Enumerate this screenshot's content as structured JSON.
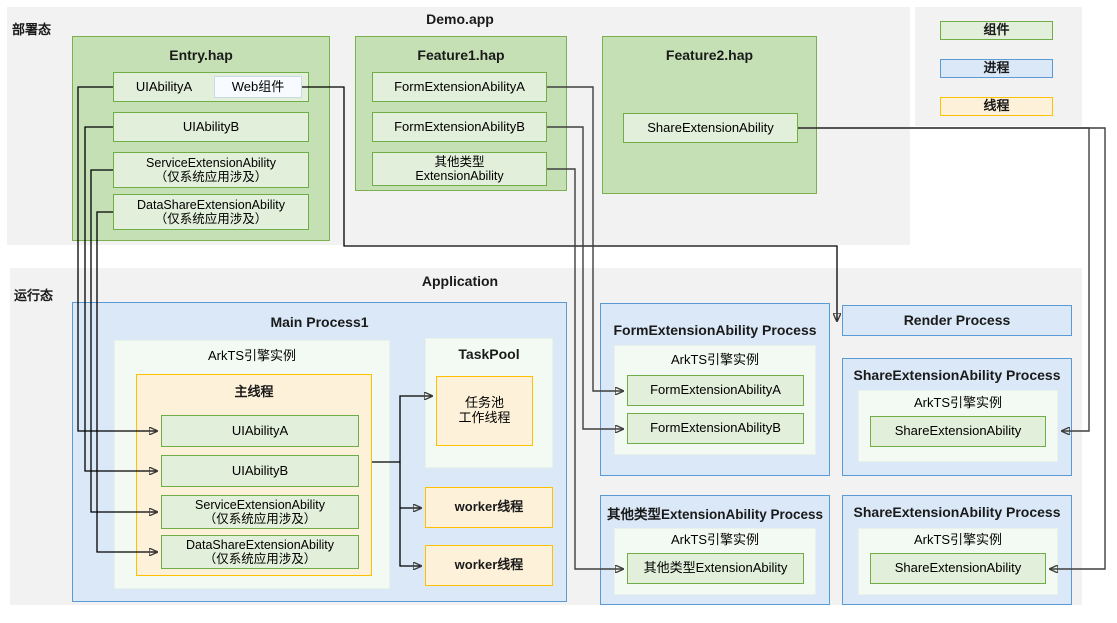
{
  "diagram": {
    "title_deploy_zone": "部署态",
    "title_runtime_zone": "运行态",
    "deploy": {
      "app_title": "Demo.app",
      "haps": [
        {
          "name": "Entry.hap",
          "components": [
            {
              "label": "UIAbilityA",
              "sub": "Web组件"
            },
            {
              "label": "UIAbilityB"
            },
            {
              "label": "ServiceExtensionAbility",
              "label2": "（仅系统应用涉及）"
            },
            {
              "label": "DataShareExtensionAbility",
              "label2": "（仅系统应用涉及）"
            }
          ]
        },
        {
          "name": "Feature1.hap",
          "components": [
            {
              "label": "FormExtensionAbilityA"
            },
            {
              "label": "FormExtensionAbilityB"
            },
            {
              "label": "其他类型",
              "label2": "ExtensionAbility"
            }
          ]
        },
        {
          "name": "Feature2.hap",
          "components": [
            {
              "label": "ShareExtensionAbility"
            }
          ]
        }
      ]
    },
    "legend": {
      "items": [
        {
          "label": "组件",
          "color": "#e2efda",
          "border": "#70ad47"
        },
        {
          "label": "进程",
          "color": "#dae8f7",
          "border": "#5b9bd5"
        },
        {
          "label": "线程",
          "color": "#fdf1d9",
          "border": "#ffc000"
        }
      ]
    },
    "runtime": {
      "app_title": "Application",
      "main_process": {
        "title": "Main Process1",
        "ark_engine_title": "ArkTS引擎实例",
        "main_thread_title": "主线程",
        "abilities": [
          {
            "label": "UIAbilityA"
          },
          {
            "label": "UIAbilityB"
          },
          {
            "label": "ServiceExtensionAbility",
            "label2": "（仅系统应用涉及）"
          },
          {
            "label": "DataShareExtensionAbility",
            "label2": "（仅系统应用涉及）"
          }
        ],
        "taskpool": {
          "title": "TaskPool",
          "worker_line1": "任务池",
          "worker_line2": "工作线程"
        },
        "workers": [
          {
            "label": "worker线程"
          },
          {
            "label": "worker线程"
          }
        ]
      },
      "processes": [
        {
          "title": "FormExtensionAbility Process",
          "ark_engine_title": "ArkTS引擎实例",
          "components": [
            {
              "label": "FormExtensionAbilityA"
            },
            {
              "label": "FormExtensionAbilityB"
            }
          ]
        },
        {
          "title": "Render Process"
        },
        {
          "title": "ShareExtensionAbility Process",
          "ark_engine_title": "ArkTS引擎实例",
          "components": [
            {
              "label": "ShareExtensionAbility"
            }
          ]
        },
        {
          "title": "其他类型ExtensionAbility Process",
          "ark_engine_title": "ArkTS引擎实例",
          "components": [
            {
              "label": "其他类型ExtensionAbility"
            }
          ]
        },
        {
          "title": "ShareExtensionAbility Process",
          "ark_engine_title": "ArkTS引擎实例",
          "components": [
            {
              "label": "ShareExtensionAbility"
            }
          ]
        }
      ]
    }
  }
}
